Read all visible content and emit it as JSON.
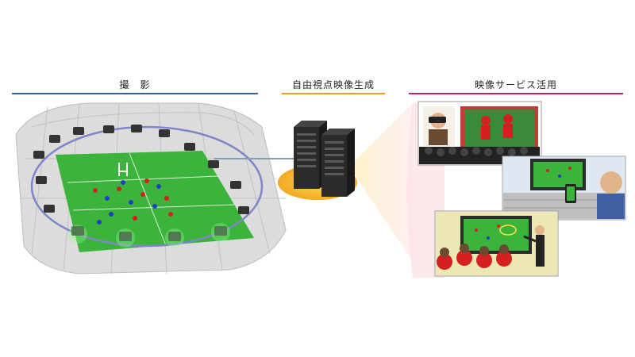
{
  "sections": {
    "capture": {
      "label": "撮　影",
      "color": "#3a5da8"
    },
    "generation": {
      "label": "自由視点映像生成",
      "color": "#e8a020"
    },
    "service": {
      "label": "映像サービス活用",
      "color": "#c8205a"
    }
  },
  "colors": {
    "pitch": "#3cb43c",
    "pitch_dark": "#2f9a2f",
    "stands": "#d8d8d8",
    "ring": "#7f86c8",
    "server": "#2b2b2b",
    "server_glow": "#f2b630",
    "beam": "#fff3c8"
  },
  "icons": [
    "camera-icon",
    "server-icon",
    "vr-headset-icon",
    "smartphone-icon",
    "tv-screen-icon"
  ]
}
